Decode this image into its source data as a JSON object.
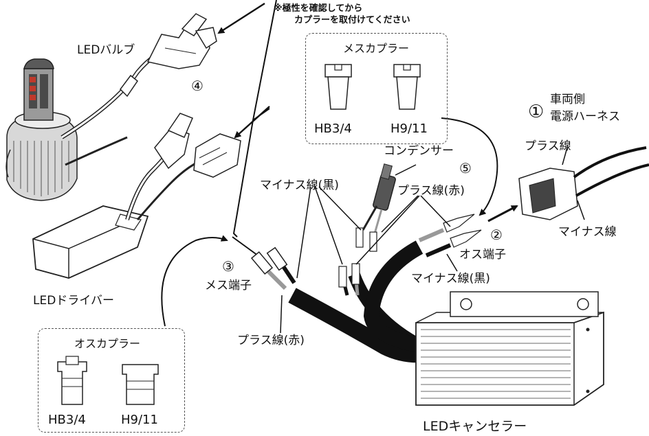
{
  "labels": {
    "note_line1": "※極性を確認してから",
    "note_line2": "カプラーを取付けてください",
    "led_bulb": "LEDバルブ",
    "led_driver": "LEDドライバー",
    "led_canceller": "LEDキャンセラー",
    "capacitor": "コンデンサー",
    "minus_black_upper": "マイナス線(黒)",
    "plus_red_upper": "プラス線(赤)",
    "minus_black_lower": "マイナス線(黒)",
    "plus_red_lower": "プラス線(赤)",
    "male_terminal": "オス端子",
    "female_terminal": "メス端子",
    "vehicle_side_l1": "車両側",
    "vehicle_side_l2": "電源ハーネス",
    "plus_wire": "プラス線",
    "minus_wire": "マイナス線"
  },
  "steps": {
    "s1": "①",
    "s2": "②",
    "s3": "③",
    "s4": "④",
    "s5": "⑤"
  },
  "female_coupler": {
    "title": "メスカプラー",
    "left": "HB3/4",
    "right": "H9/11"
  },
  "male_coupler": {
    "title": "オスカプラー",
    "left": "HB3/4",
    "right": "H9/11"
  }
}
